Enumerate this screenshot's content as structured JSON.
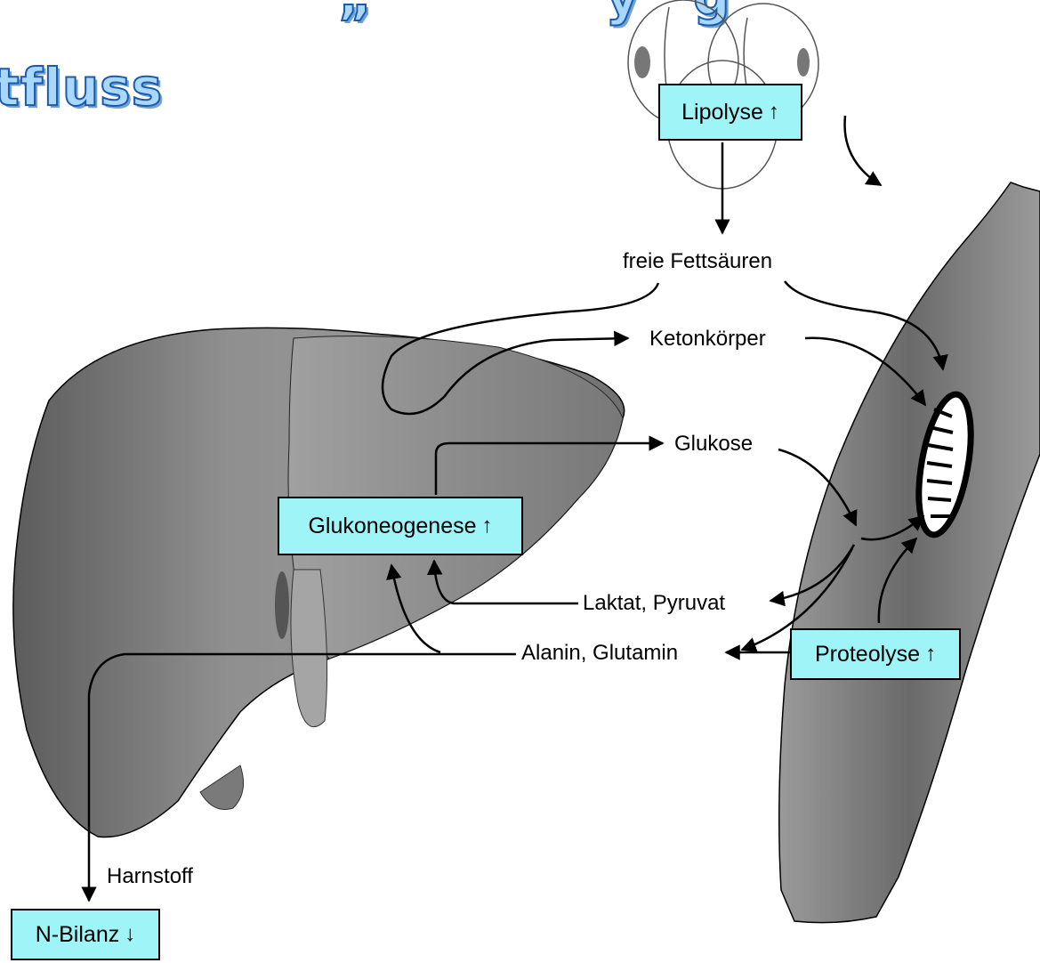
{
  "title": {
    "fragment_left": "tfluss",
    "fragment_top": "„             y   g"
  },
  "boxes": {
    "lipolyse": "Lipolyse",
    "gluconeogenese": "Glukoneogenese",
    "proteolyse": "Proteolyse",
    "n_bilanz": "N-Bilanz"
  },
  "direction_glyphs": {
    "up": "↑",
    "down": "↓"
  },
  "labels": {
    "fatty_acids": "freie Fettsäuren",
    "ketone_bodies": "Ketonkörper",
    "glucose": "Glukose",
    "lactate_pyruvate": "Laktat, Pyruvat",
    "alanine_glutamine": "Alanin, Glutamin",
    "urea": "Harnstoff"
  },
  "colors": {
    "box_fill": "#9ff4f7",
    "title_fill": "#a8d8ff",
    "title_outline": "#1d5aa8"
  }
}
